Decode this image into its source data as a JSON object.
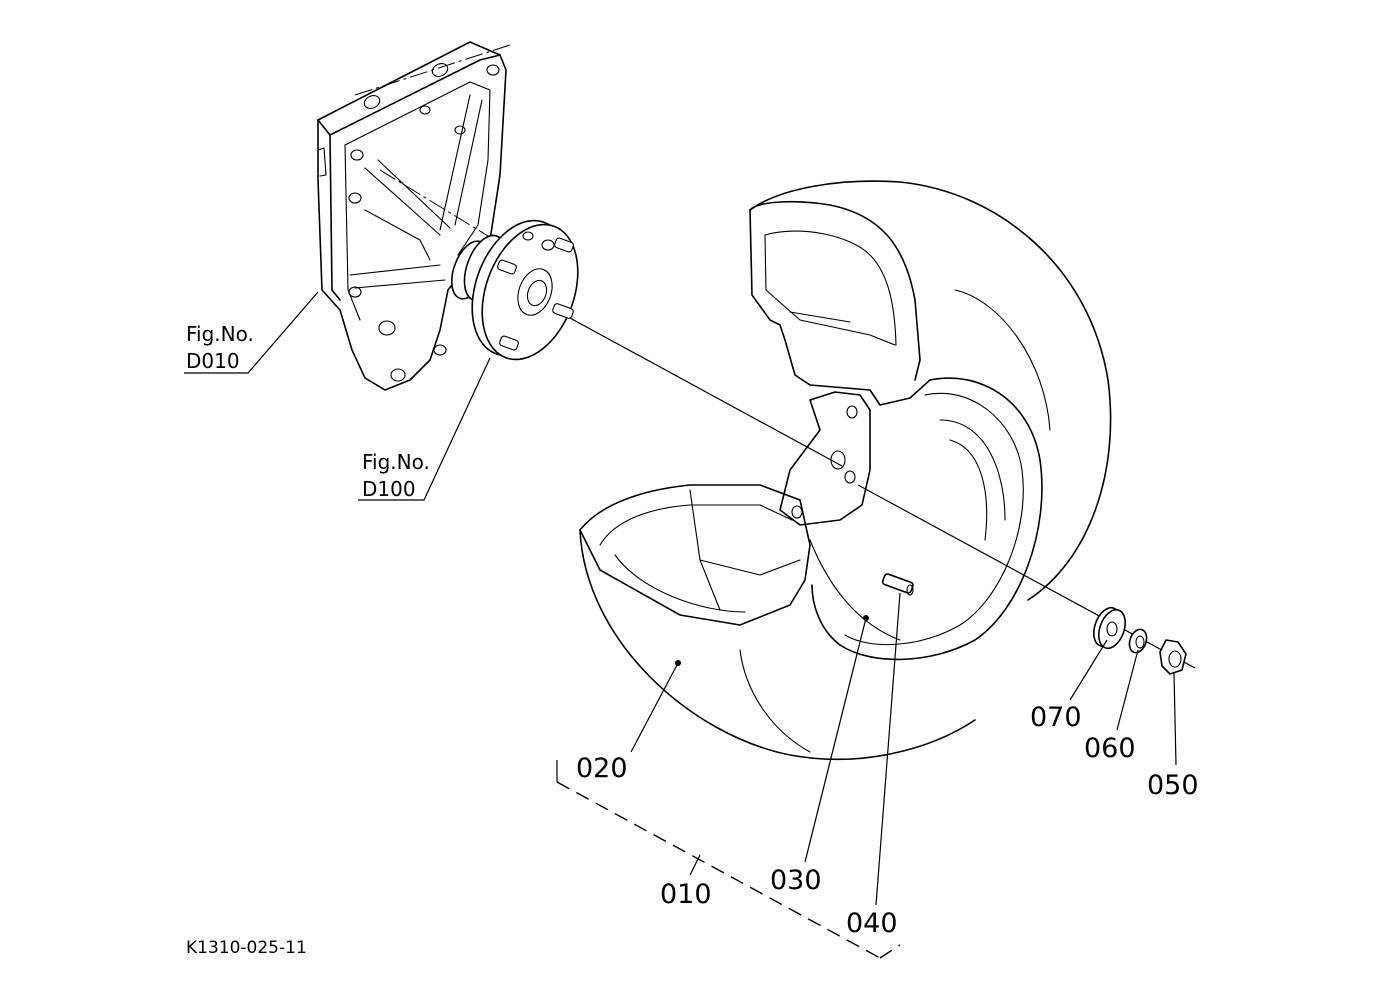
{
  "diagram": {
    "fig_refs": [
      {
        "id": "d010",
        "line1": "Fig.No.",
        "line2": "D010"
      },
      {
        "id": "d100",
        "line1": "Fig.No.",
        "line2": "D100"
      }
    ],
    "part_labels": {
      "p010": "010",
      "p020": "020",
      "p030": "030",
      "p040": "040",
      "p050": "050",
      "p060": "060",
      "p070": "070"
    },
    "drawing_code": "K1310-025-11"
  }
}
